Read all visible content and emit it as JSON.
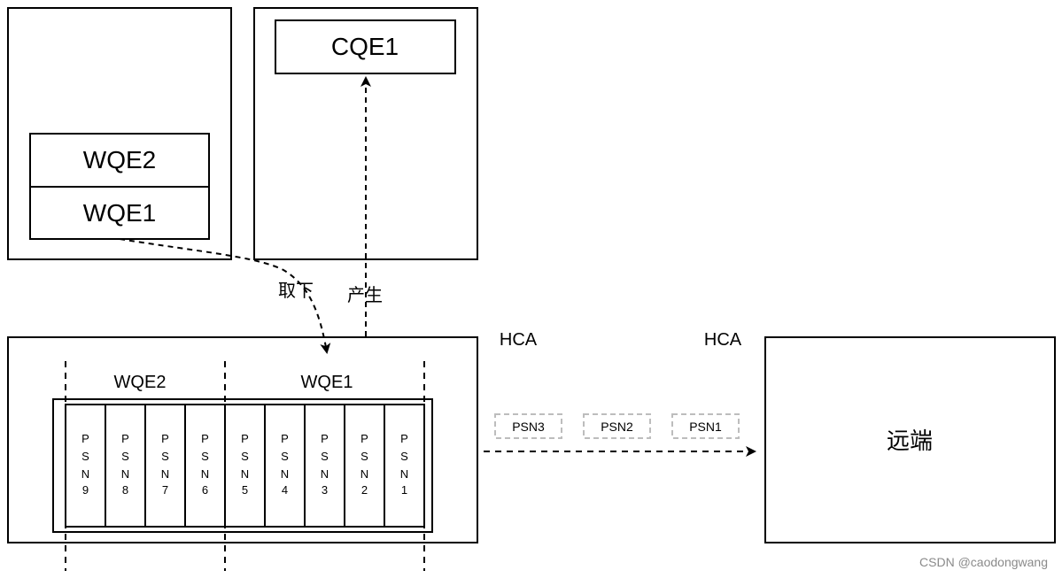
{
  "send_queue": {
    "entries": [
      "WQE2",
      "WQE1"
    ]
  },
  "completion_queue": {
    "entries": [
      "CQE1"
    ]
  },
  "edges": {
    "take_label": "取下",
    "produce_label": "产生"
  },
  "local_hca": {
    "label": "HCA",
    "groups": [
      "WQE2",
      "WQE1"
    ],
    "packets": [
      {
        "chars": [
          "P",
          "S",
          "N",
          "9"
        ]
      },
      {
        "chars": [
          "P",
          "S",
          "N",
          "8"
        ]
      },
      {
        "chars": [
          "P",
          "S",
          "N",
          "7"
        ]
      },
      {
        "chars": [
          "P",
          "S",
          "N",
          "6"
        ]
      },
      {
        "chars": [
          "P",
          "S",
          "N",
          "5"
        ]
      },
      {
        "chars": [
          "P",
          "S",
          "N",
          "4"
        ]
      },
      {
        "chars": [
          "P",
          "S",
          "N",
          "3"
        ]
      },
      {
        "chars": [
          "P",
          "S",
          "N",
          "2"
        ]
      },
      {
        "chars": [
          "P",
          "S",
          "N",
          "1"
        ]
      }
    ]
  },
  "in_flight": [
    "PSN3",
    "PSN2",
    "PSN1"
  ],
  "remote": {
    "hca_label": "HCA",
    "label": "远端"
  },
  "watermark": "CSDN @caodongwang",
  "colors": {
    "stroke": "#000000",
    "inflight_stroke": "#bdbdbd",
    "watermark": "#8a8a8a"
  }
}
